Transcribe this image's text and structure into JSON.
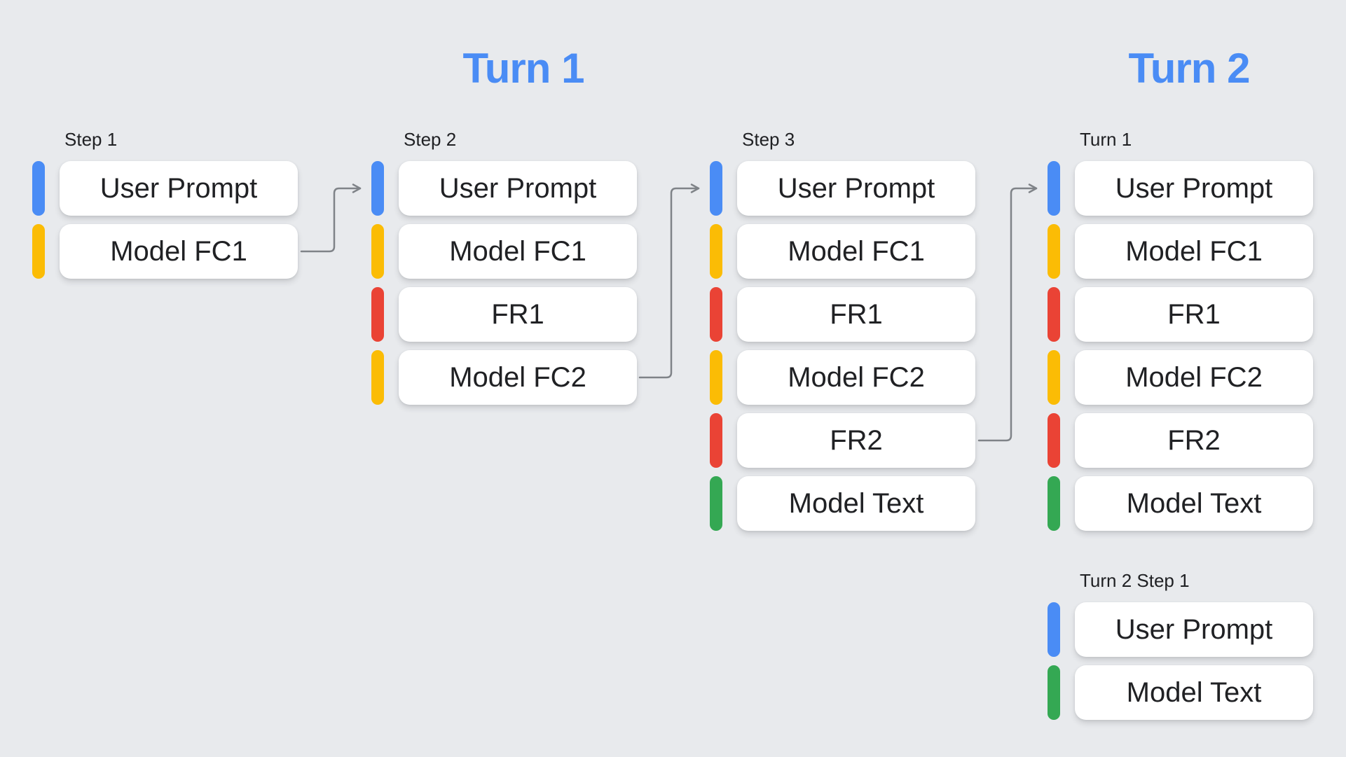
{
  "colors": {
    "background": "#e8eaed",
    "title": "#4a8cf5",
    "text": "#202124",
    "box": "#ffffff",
    "arrow": "#7f8388",
    "blue": "#4a8cf5",
    "yellow": "#fbbc05",
    "red": "#ea4335",
    "green": "#34a853"
  },
  "titles": {
    "turn1": "Turn 1",
    "turn2": "Turn 2"
  },
  "columns": [
    {
      "label": "Step 1",
      "boxes": [
        {
          "text": "User Prompt",
          "bar": "blue"
        },
        {
          "text": "Model FC1",
          "bar": "yellow"
        }
      ]
    },
    {
      "label": "Step 2",
      "boxes": [
        {
          "text": "User Prompt",
          "bar": "blue"
        },
        {
          "text": "Model FC1",
          "bar": "yellow"
        },
        {
          "text": "FR1",
          "bar": "red"
        },
        {
          "text": "Model FC2",
          "bar": "yellow"
        }
      ]
    },
    {
      "label": "Step 3",
      "boxes": [
        {
          "text": "User Prompt",
          "bar": "blue"
        },
        {
          "text": "Model FC1",
          "bar": "yellow"
        },
        {
          "text": "FR1",
          "bar": "red"
        },
        {
          "text": "Model FC2",
          "bar": "yellow"
        },
        {
          "text": "FR2",
          "bar": "red"
        },
        {
          "text": "Model Text",
          "bar": "green"
        }
      ]
    },
    {
      "label": "Turn 1",
      "boxes": [
        {
          "text": "User Prompt",
          "bar": "blue"
        },
        {
          "text": "Model FC1",
          "bar": "yellow"
        },
        {
          "text": "FR1",
          "bar": "red"
        },
        {
          "text": "Model FC2",
          "bar": "yellow"
        },
        {
          "text": "FR2",
          "bar": "red"
        },
        {
          "text": "Model Text",
          "bar": "green"
        }
      ]
    },
    {
      "label": "Turn 2 Step 1",
      "boxes": [
        {
          "text": "User Prompt",
          "bar": "blue"
        },
        {
          "text": "Model Text",
          "bar": "green"
        }
      ]
    }
  ]
}
